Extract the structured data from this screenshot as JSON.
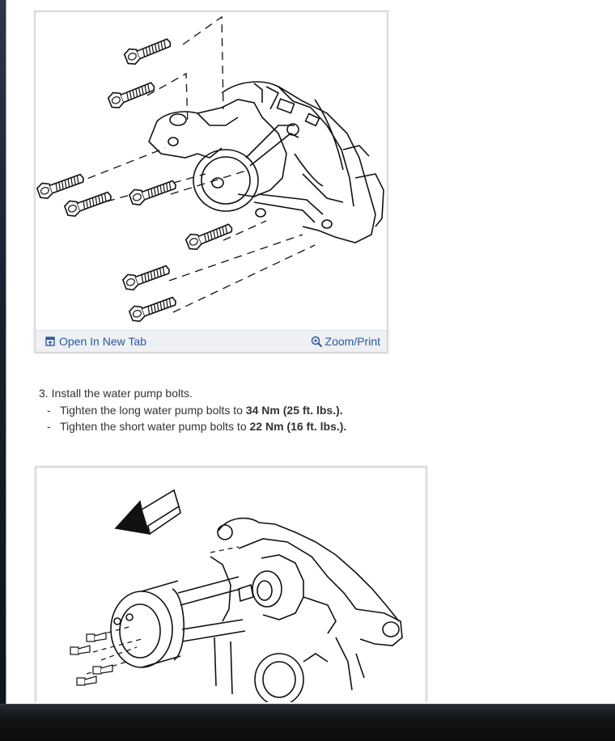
{
  "figure_1": {
    "open_tab_label": "Open In New Tab",
    "zoom_label": "Zoom/Print",
    "open_tab_icon": "open-in-new-tab-icon",
    "zoom_icon": "zoom-icon"
  },
  "step": {
    "number": "3.",
    "text": "Install the water pump bolts.",
    "items": [
      {
        "dash": "-",
        "prefix": "Tighten the long water pump bolts to ",
        "value": "34 Nm (25 ft. lbs.)",
        "suffix": "."
      },
      {
        "dash": "-",
        "prefix": "Tighten the short water pump bolts to ",
        "value": "22 Nm (16 ft. lbs.)",
        "suffix": "."
      }
    ]
  },
  "colors": {
    "link": "#2a5a9a",
    "toolbar_bg": "#eef0f3",
    "frame_border": "#c9cdd1",
    "text": "#333333"
  }
}
